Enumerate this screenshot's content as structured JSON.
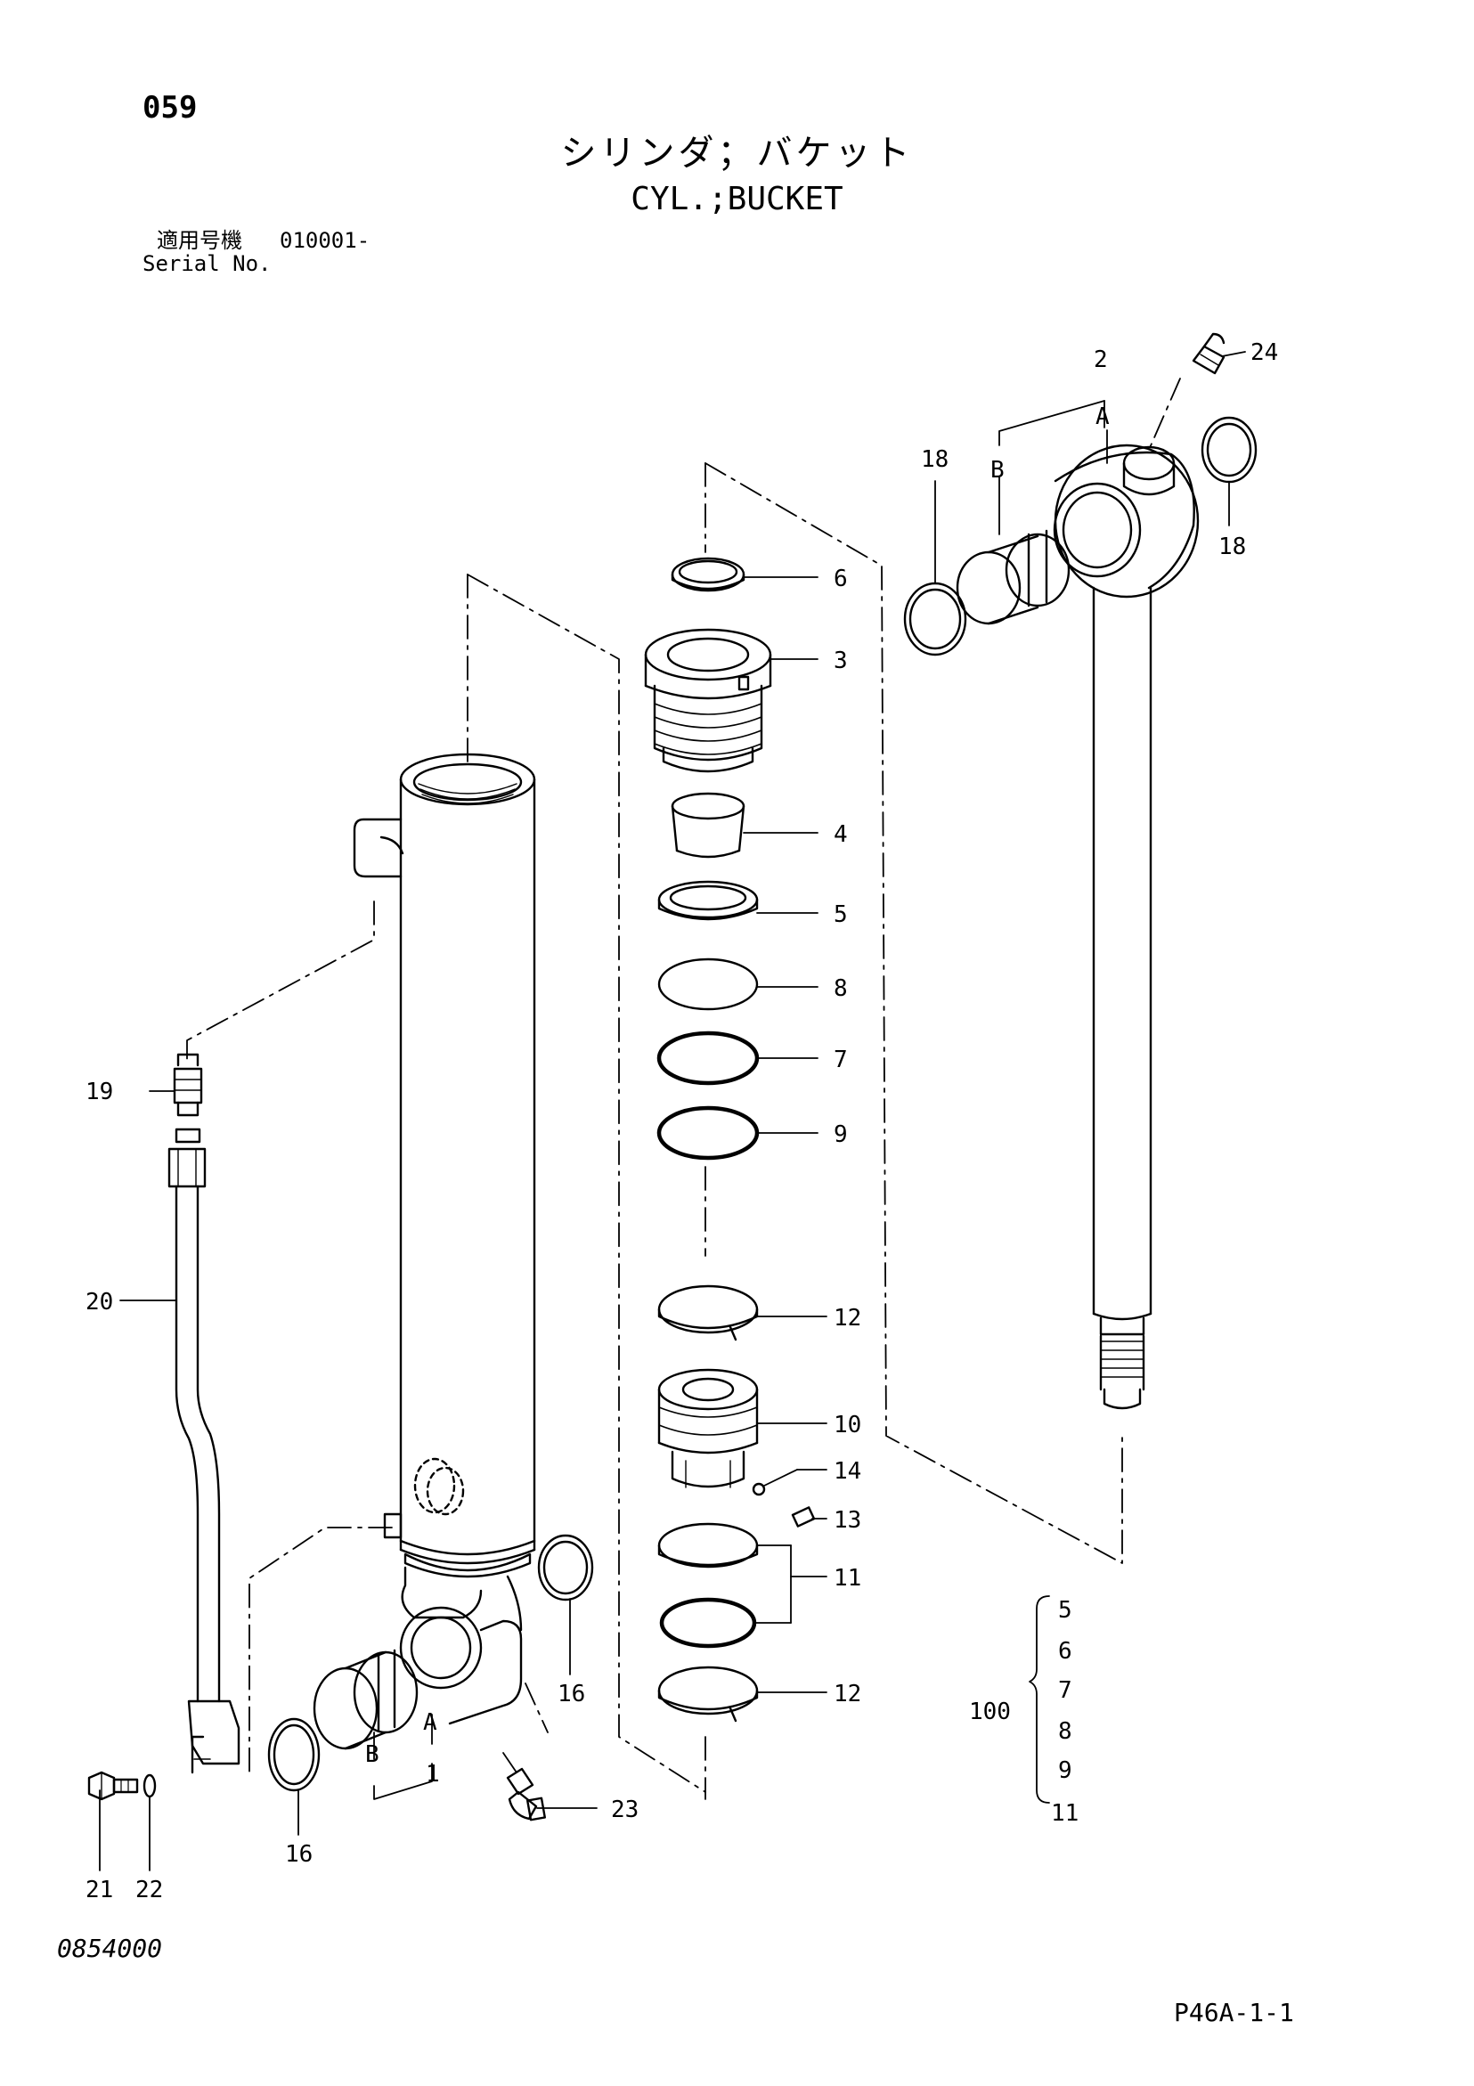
{
  "header": {
    "page_number": "059",
    "title_jp": "シリンダ；バケット",
    "title_en": "CYL.;BUCKET",
    "serial_label_jp": "適用号機",
    "serial_value": "010001-",
    "serial_label_en": "Serial No."
  },
  "footer": {
    "drawing_code": "0854000",
    "page_code": "P46A-1-1"
  },
  "callouts": {
    "c1": "1",
    "c2": "2",
    "c3": "3",
    "c4": "4",
    "c5": "5",
    "c6": "6",
    "c7": "7",
    "c8": "8",
    "c9": "9",
    "c10": "10",
    "c11": "11",
    "c12a": "12",
    "c12b": "12",
    "c13": "13",
    "c14": "14",
    "c16a": "16",
    "c16b": "16",
    "c18a": "18",
    "c18b": "18",
    "c19": "19",
    "c20": "20",
    "c21": "21",
    "c22": "22",
    "c23": "23",
    "c24": "24"
  },
  "sub_labels": {
    "a_rod": "A",
    "b_rod": "B",
    "a_tube": "A",
    "b_tube": "B"
  },
  "kit": {
    "label": "100",
    "items": [
      "5",
      "6",
      "7",
      "8",
      "9",
      "11"
    ]
  }
}
